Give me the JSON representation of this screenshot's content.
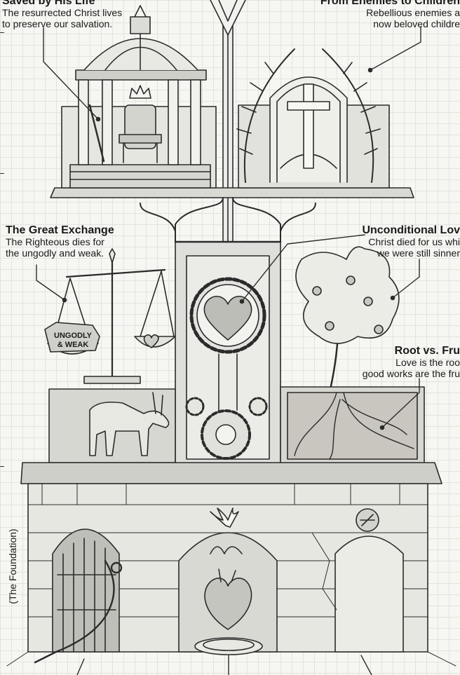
{
  "labels": {
    "top_left": {
      "title_partial": "Saved by His Life",
      "desc": [
        "The resurrected Christ lives",
        "to preserve our salvation."
      ]
    },
    "top_right": {
      "title_partial": "From Enemies to Children",
      "desc": [
        "Rebellious enemies a",
        "now beloved childre"
      ]
    },
    "great_exchange": {
      "title": "The Great Exchange",
      "desc": [
        "The Righteous dies for",
        "the ungodly and weak."
      ]
    },
    "unconditional_love": {
      "title": "Unconditional Lov",
      "desc": [
        "Christ died for us whi",
        "we were still sinner"
      ]
    },
    "root_vs_fruit": {
      "title": "Root vs. Fru",
      "desc": [
        "Love is the roo",
        "good works are the fru"
      ]
    }
  },
  "scale_tag": [
    "UNGODLY",
    "& WEAK"
  ],
  "vertical_label": "(The Foundation)",
  "icons": [
    "dome-temple-icon",
    "throne-icon",
    "crown-icon",
    "cross-icon",
    "palm-arch-icon",
    "heart-gear-icon",
    "balance-scale-icon",
    "donkey-icon",
    "fruit-tree-icon",
    "dove-icon",
    "anatomical-heart-icon",
    "chain-icon",
    "prison-bars-icon",
    "seal-icon",
    "basin-icon",
    "central-spire-icon"
  ]
}
